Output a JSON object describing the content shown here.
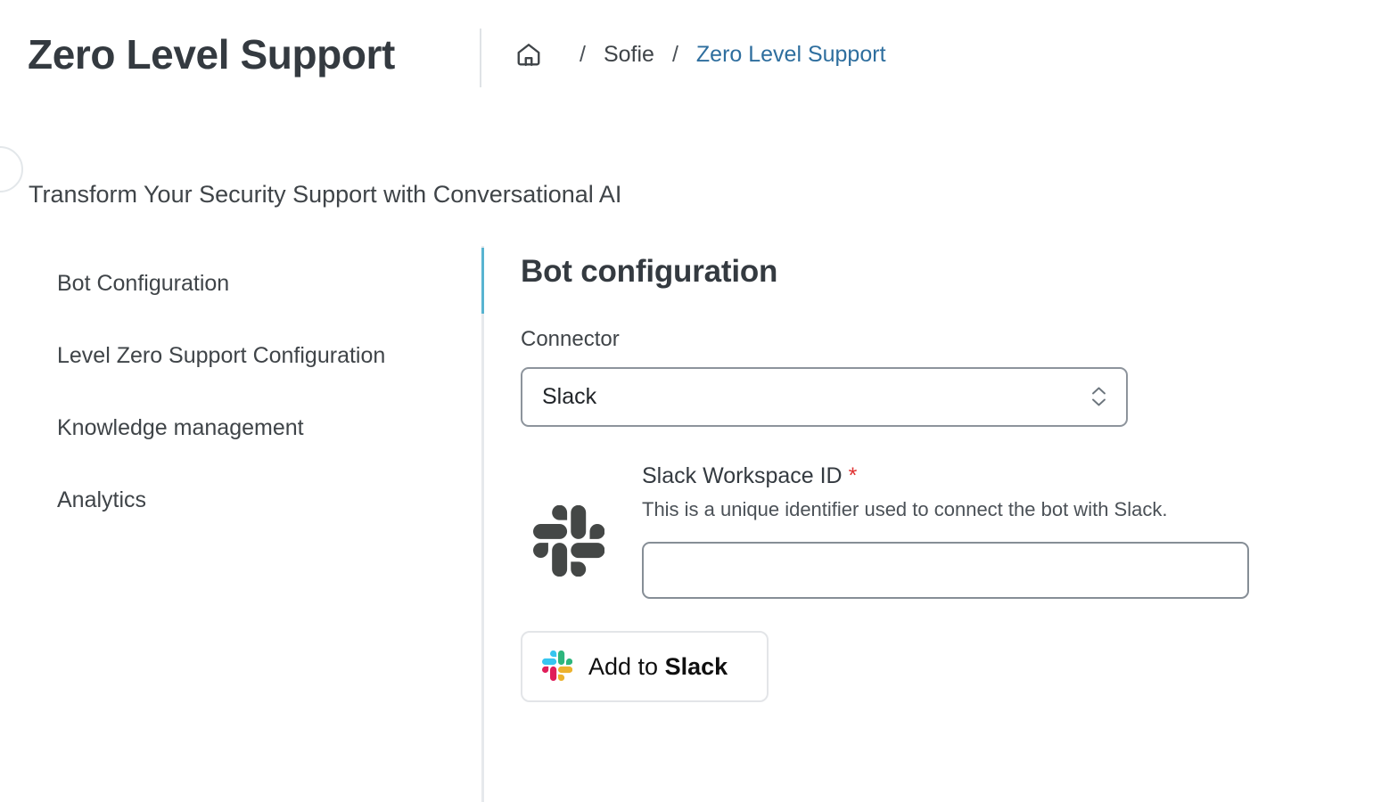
{
  "header": {
    "title": "Zero Level Support",
    "breadcrumb": {
      "home_icon": "home-icon",
      "separator": "/",
      "items": [
        {
          "label": "Sofie",
          "current": false
        },
        {
          "label": "Zero Level Support",
          "current": true
        }
      ]
    }
  },
  "subtitle": "Transform Your Security Support with Conversational AI",
  "sidebar": {
    "items": [
      {
        "label": "Bot Configuration",
        "active": true
      },
      {
        "label": "Level Zero Support Configuration",
        "active": false
      },
      {
        "label": "Knowledge management",
        "active": false
      },
      {
        "label": "Analytics",
        "active": false
      }
    ]
  },
  "main": {
    "section_title": "Bot configuration",
    "connector": {
      "label": "Connector",
      "selected": "Slack",
      "chevron_icon": "chevron-up-down-icon"
    },
    "workspace": {
      "icon": "slack-logo-mono-icon",
      "label": "Slack Workspace ID",
      "required_marker": "*",
      "description": "This is a unique identifier used to connect the bot with Slack.",
      "value": "",
      "placeholder": ""
    },
    "add_to_slack": {
      "icon": "slack-logo-color-icon",
      "text_regular": "Add to ",
      "text_bold": "Slack"
    }
  },
  "colors": {
    "accent_blue": "#2e6e9e",
    "active_rail": "#58b4d1",
    "text_dark": "#343a40",
    "text_body": "#3f4448",
    "required_red": "#e03131",
    "border_gray": "#868e96",
    "slack_blue": "#36c5f0",
    "slack_green": "#2eb67d",
    "slack_red": "#e01e5a",
    "slack_yellow": "#ecb22e"
  }
}
